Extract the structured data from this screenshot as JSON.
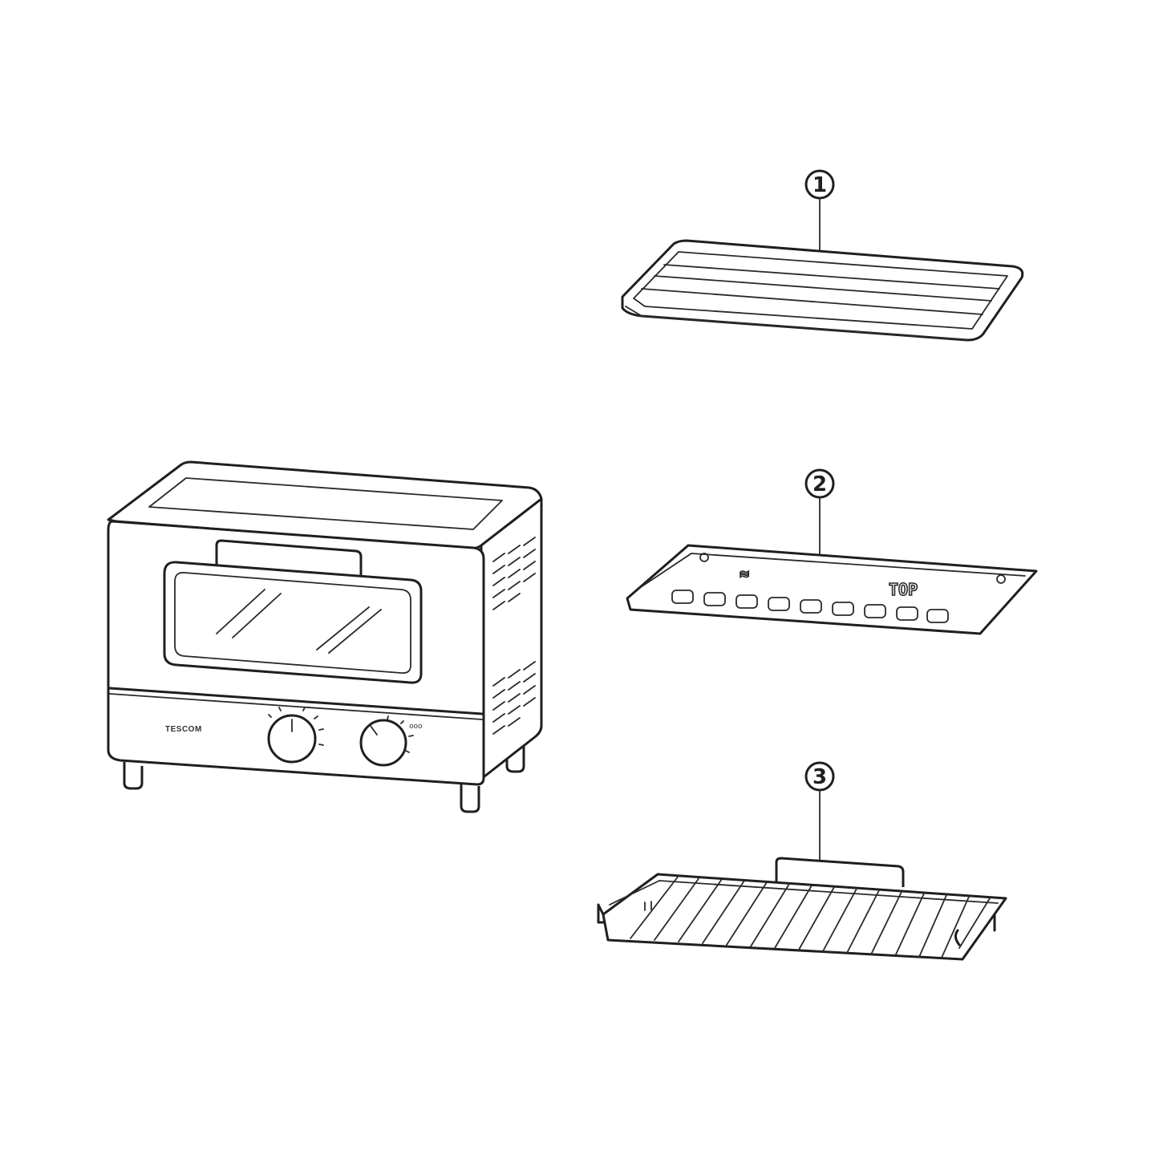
{
  "callouts": [
    {
      "number": "1",
      "part": "baking tray"
    },
    {
      "number": "2",
      "part": "crumb tray"
    },
    {
      "number": "3",
      "part": "wire rack"
    }
  ],
  "oven": {
    "brand_label": "TESCOM"
  },
  "crumb_tray": {
    "embossed_text": "TOP"
  },
  "colors": {
    "line": "#1f1f1f",
    "background": "#ffffff"
  }
}
